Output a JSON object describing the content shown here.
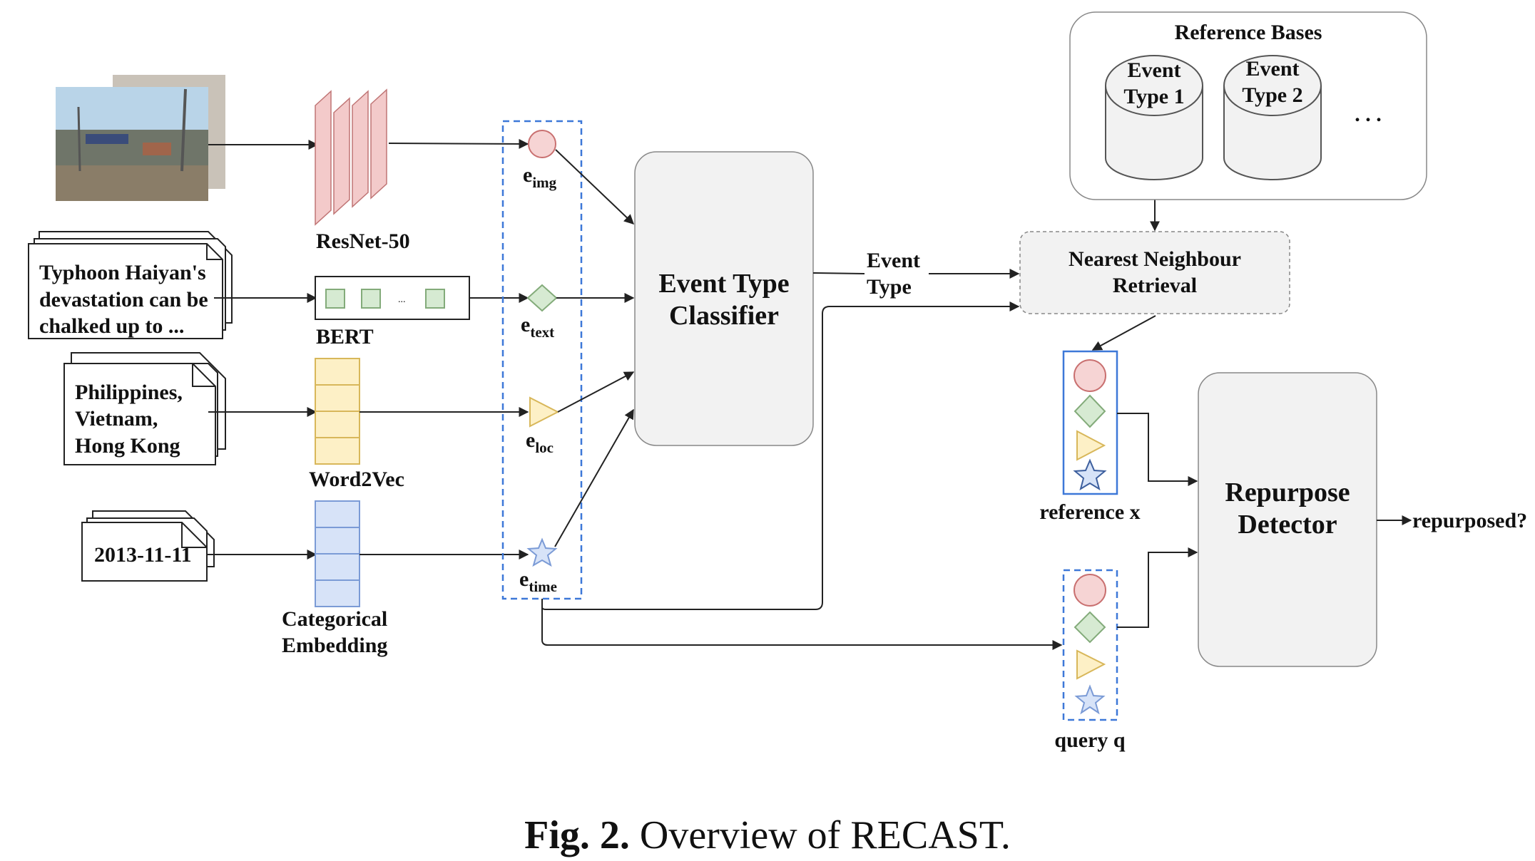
{
  "inputs": {
    "doc1": [
      "Typhoon Haiyan's",
      "devastation can be",
      "chalked up to ..."
    ],
    "doc2": [
      "Philippines,",
      "Vietnam,",
      "Hong Kong"
    ],
    "date": "2013-11-11"
  },
  "encoders": {
    "resnet": "ResNet-50",
    "bert": "BERT",
    "bert_dots": "...",
    "word2vec": "Word2Vec",
    "categorical_line1": "Categorical",
    "categorical_line2": "Embedding"
  },
  "embeddings": [
    {
      "base": "e",
      "sub": "img"
    },
    {
      "base": "e",
      "sub": "text"
    },
    {
      "base": "e",
      "sub": "loc"
    },
    {
      "base": "e",
      "sub": "time"
    }
  ],
  "classifier": {
    "line1": "Event Type",
    "line2": "Classifier"
  },
  "event_type": {
    "line1": "Event",
    "line2": "Type"
  },
  "nn_retrieval": {
    "line1": "Nearest Neighbour",
    "line2": "Retrieval"
  },
  "reference_bases": {
    "title": "Reference Bases",
    "db1": [
      "Event",
      "Type 1"
    ],
    "db2": [
      "Event",
      "Type 2"
    ],
    "more": ". . ."
  },
  "reference_label": "reference x",
  "query_label": "query q",
  "detector": {
    "line1": "Repurpose",
    "line2": "Detector"
  },
  "output_label": "repurposed?",
  "caption": {
    "prefix": "Fig. 2.",
    "text": " Overview of RECAST."
  },
  "colors": {
    "img": "#f6d4d4",
    "img_stroke": "#c97070",
    "text": "#d6ead2",
    "text_stroke": "#83ab7a",
    "loc": "#fdf0c6",
    "loc_stroke": "#d8b75a",
    "time": "#d7e3f8",
    "time_stroke": "#7b9bd6",
    "dashed_box": "#3d78d8"
  }
}
